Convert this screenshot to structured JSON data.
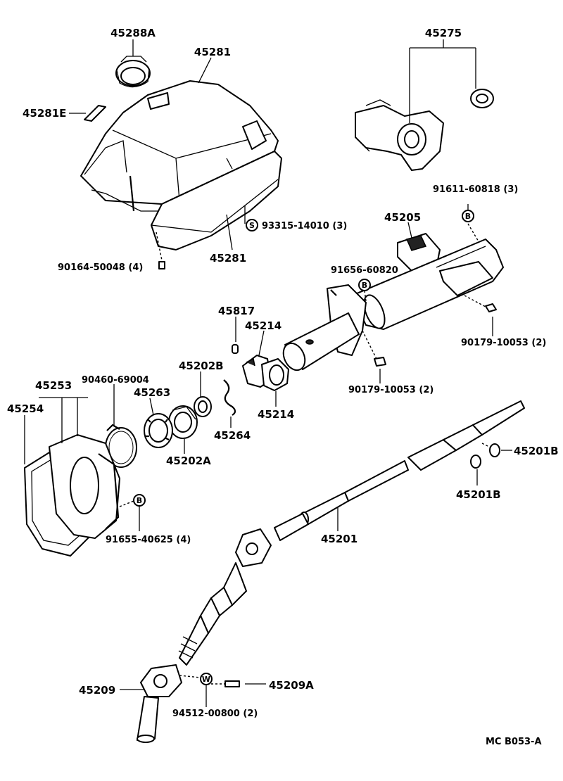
{
  "parts": {
    "p45288A": "45288A",
    "p45281_top": "45281",
    "p45281E": "45281E",
    "p45275": "45275",
    "p91611": "91611-60818 (3)",
    "p93315": "93315-14010 (3)",
    "p45205": "45205",
    "p90164": "90164-50048 (4)",
    "p45281_bot": "45281",
    "p91656": "91656-60820",
    "p45817": "45817",
    "p45214_top": "45214",
    "p90179_right": "90179-10053 (2)",
    "p45202B": "45202B",
    "p90460": "90460-69004",
    "p45253": "45253",
    "p45263": "45263",
    "p45254": "45254",
    "p90179_mid": "90179-10053 (2)",
    "p45214_bot": "45214",
    "p45264": "45264",
    "p45202A": "45202A",
    "p45201B_right": "45201B",
    "p45201B_bot": "45201B",
    "p91655": "91655-40625 (4)",
    "p45201": "45201",
    "p45209": "45209",
    "p45209A": "45209A",
    "p94512": "94512-00800 (2)"
  },
  "callout_marks": {
    "s": "S",
    "b": "B",
    "w": "W"
  },
  "diagram_code": "MC B053-A"
}
